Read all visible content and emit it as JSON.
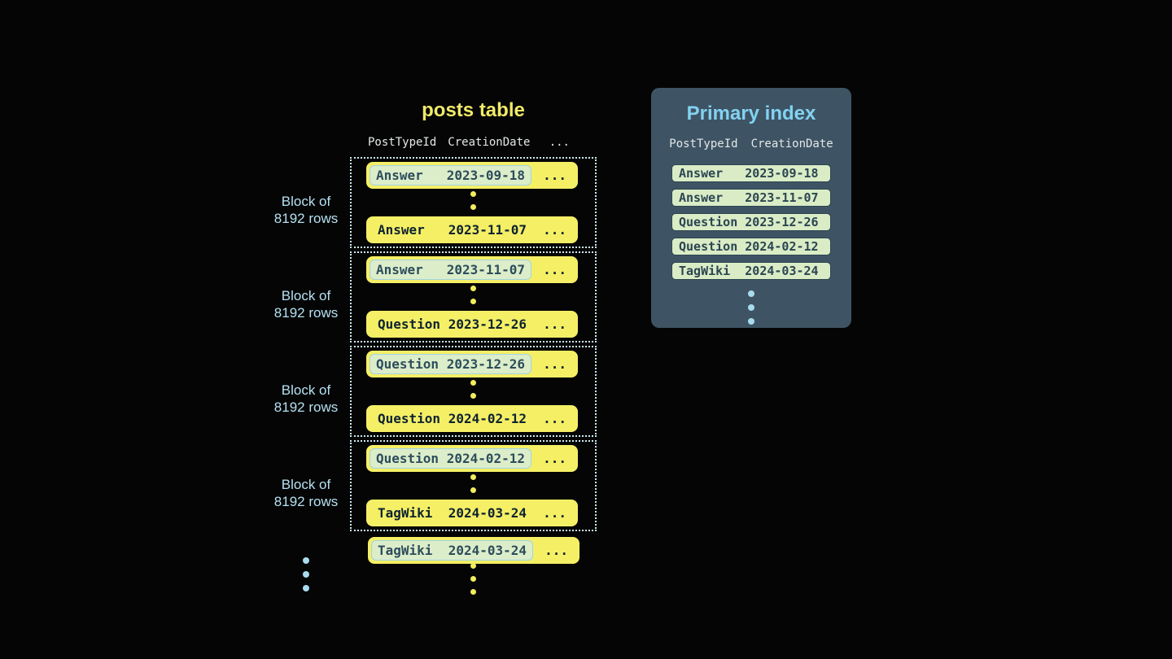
{
  "table": {
    "title": "posts table",
    "headers": {
      "col1": "PostTypeId",
      "col2": "CreationDate"
    },
    "ellipsis": "...",
    "block_label": {
      "line1": "Block of",
      "line2": "8192 rows"
    },
    "blocks": [
      {
        "first": {
          "type": "Answer",
          "date": "2023-09-18"
        },
        "last": {
          "type": "Answer",
          "date": "2023-11-07"
        }
      },
      {
        "first": {
          "type": "Answer",
          "date": "2023-11-07"
        },
        "last": {
          "type": "Question",
          "date": "2023-12-26"
        }
      },
      {
        "first": {
          "type": "Question",
          "date": "2023-12-26"
        },
        "last": {
          "type": "Question",
          "date": "2024-02-12"
        }
      },
      {
        "first": {
          "type": "Question",
          "date": "2024-02-12"
        },
        "last": {
          "type": "TagWiki",
          "date": "2024-03-24"
        }
      }
    ],
    "overflow_row": {
      "type": "TagWiki",
      "date": "2024-03-24"
    }
  },
  "index": {
    "title": "Primary index",
    "headers": {
      "col1": "PostTypeId",
      "col2": "CreationDate"
    },
    "entries": [
      {
        "type": "Answer",
        "date": "2023-09-18"
      },
      {
        "type": "Answer",
        "date": "2023-11-07"
      },
      {
        "type": "Question",
        "date": "2023-12-26"
      },
      {
        "type": "Question",
        "date": "2024-02-12"
      },
      {
        "type": "TagWiki",
        "date": "2024-03-24"
      }
    ]
  },
  "colors": {
    "background": "#050505",
    "row_yellow": "#f5ef66",
    "title_yellow": "#f0ea68",
    "highlight_mint": "#dcedca",
    "highlight_border_blue": "#9fd4e6",
    "block_border": "#cfe9f1",
    "label_blue": "#b5e0f1",
    "panel_background": "#3e5464",
    "panel_title_blue": "#83d2f1",
    "index_pill_mint": "#d9ecc6",
    "dark_text": "#0e2330",
    "slate_text": "#2c4551"
  }
}
